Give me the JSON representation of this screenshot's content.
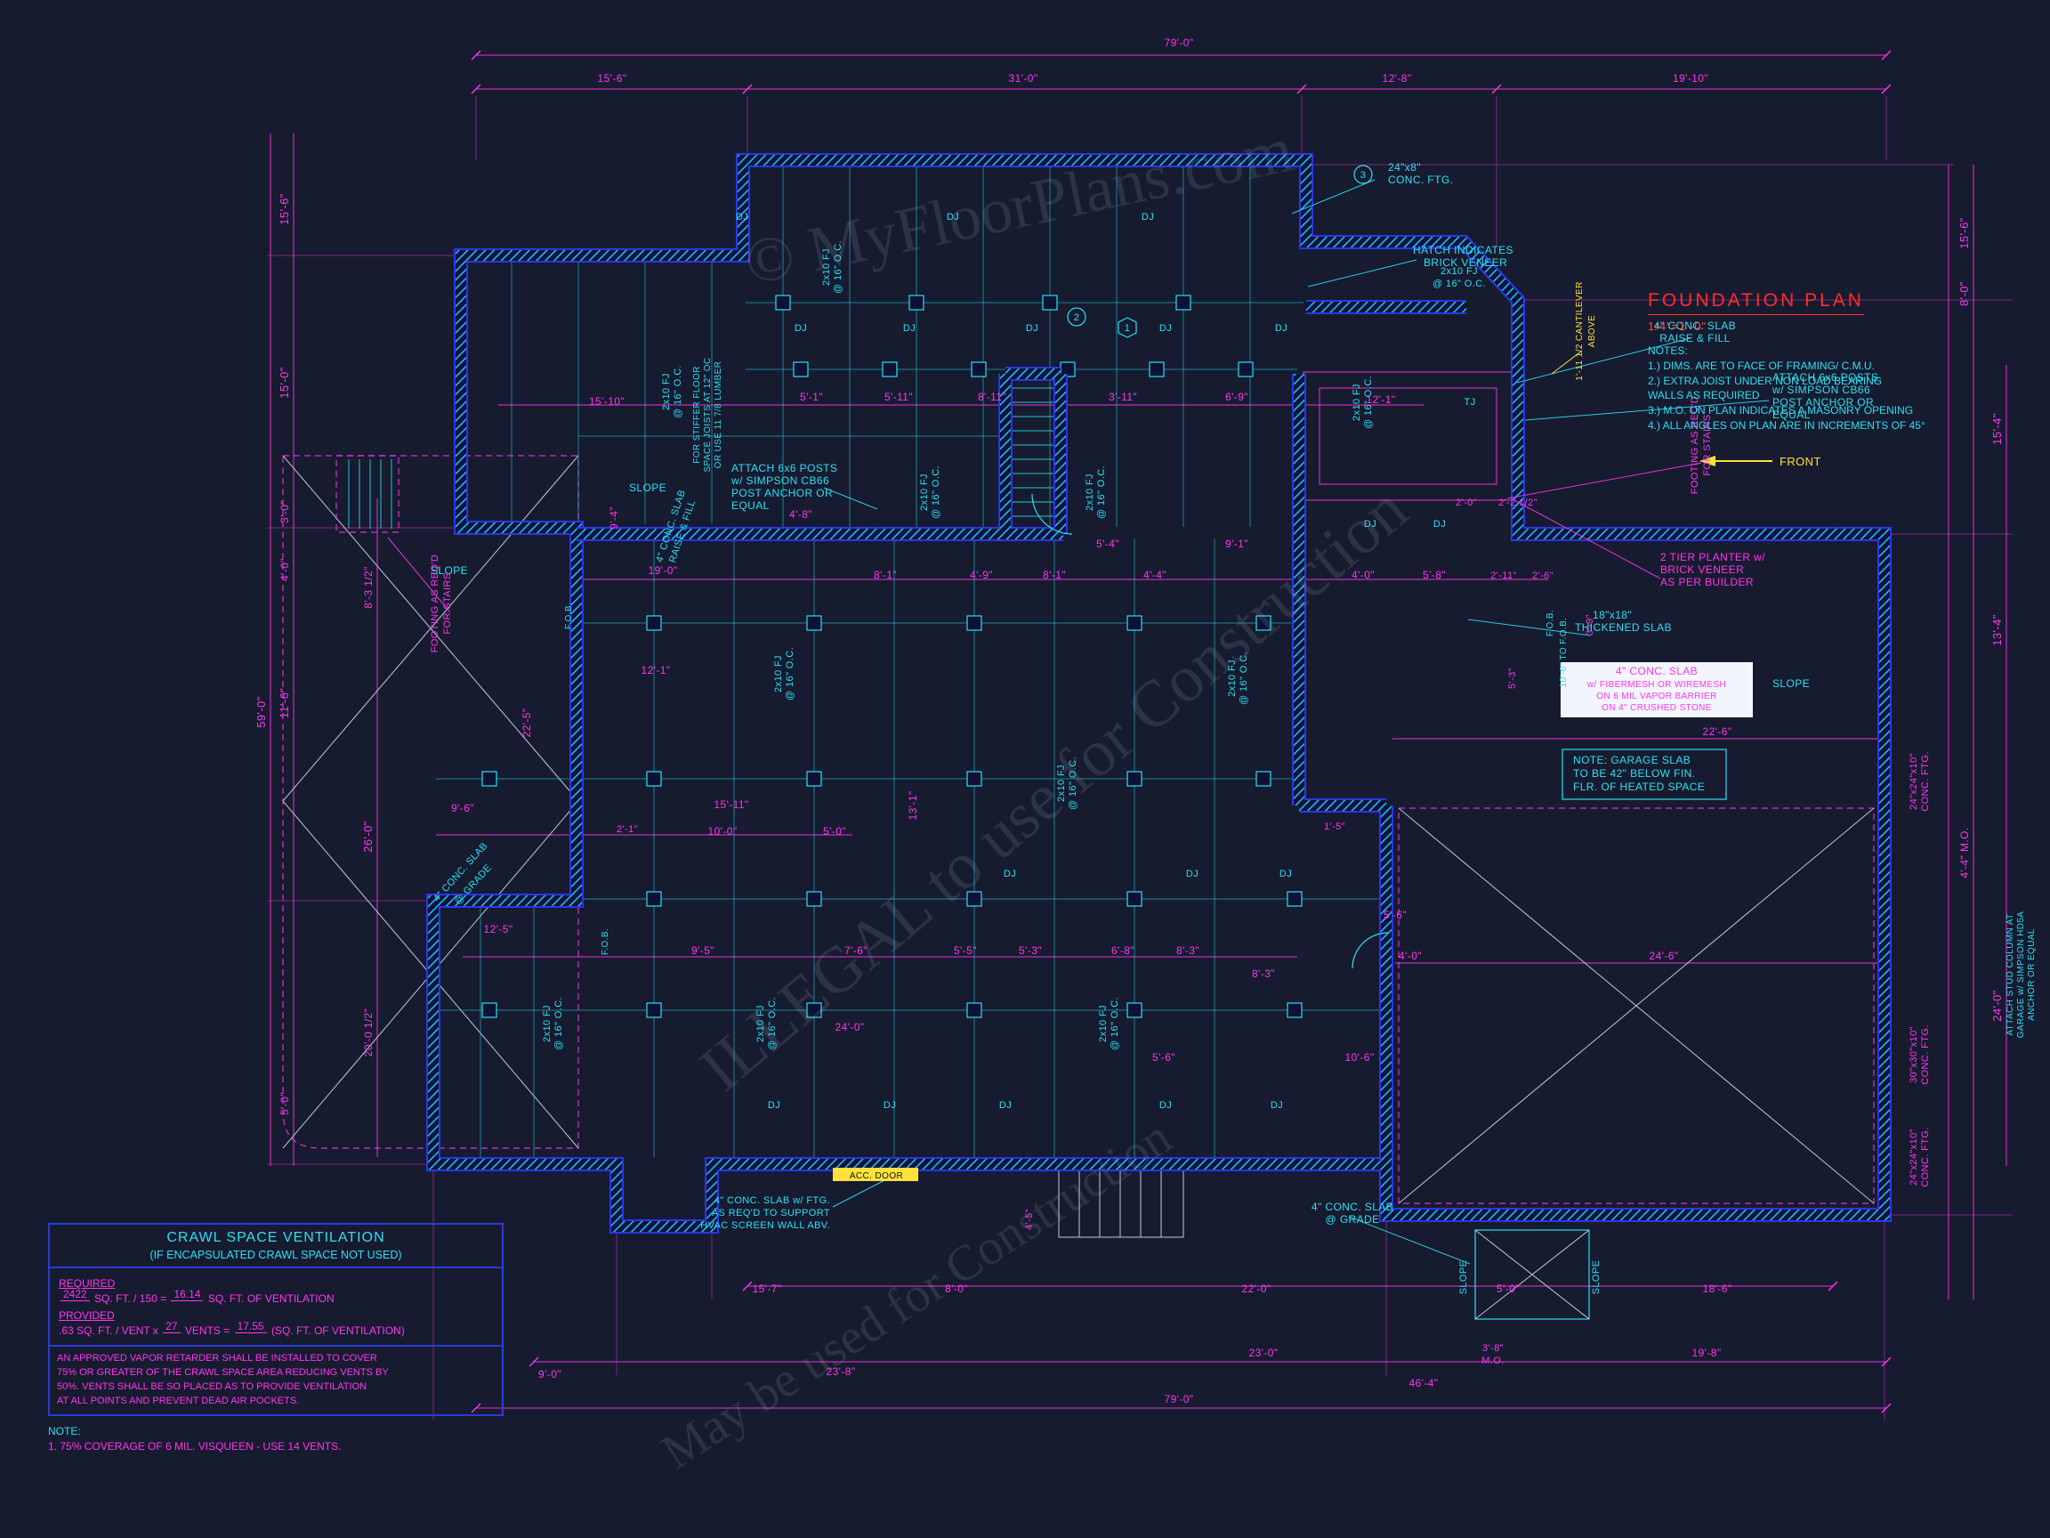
{
  "palette": {
    "bg": "#171b2f",
    "c": "#2ae0f5",
    "p": "#ff35f0",
    "y": "#ffe13b",
    "r": "#ff2d2d",
    "w": "#eef1fa",
    "k": "#111111"
  },
  "title_block": {
    "title": "FOUNDATION PLAN",
    "scale": "1/4\"=1'-0\"",
    "notes_label": "NOTES:",
    "notes": [
      "1.) DIMS. ARE TO FACE OF FRAMING/ C.M.U.",
      "2.) EXTRA JOIST UNDER NON LOAD BEARING",
      "      WALLS AS REQUIRED",
      "3.) M.O. ON PLAN INDICATES A MASONRY OPENING",
      "4.) ALL ANGLES ON PLAN ARE IN INCREMENTS OF 45°"
    ]
  },
  "crawl": {
    "title": "CRAWL SPACE VENTILATION",
    "subtitle": "(IF ENCAPSULATED CRAWL SPACE NOT USED)",
    "required_label": "REQUIRED",
    "required_value": "2422",
    "required_formula": "SQ. FT. / 150 =",
    "required_result": "16.14",
    "required_unit": "SQ. FT. OF VENTILATION",
    "provided_label": "PROVIDED",
    "provided_rate": ".63 SQ. FT. / VENT x",
    "provided_count": "27",
    "provided_vents": "VENTS =",
    "provided_result": "17.55",
    "provided_unit": "(SQ. FT. OF VENTILATION)",
    "body": [
      "AN APPROVED VAPOR RETARDER SHALL BE INSTALLED TO COVER",
      "75% OR GREATER OF THE CRAWL SPACE AREA REDUCING VENTS BY",
      "50%. VENTS SHALL BE SO PLACED AS TO PROVIDE VENTILATION",
      "AT ALL POINTS AND PREVENT DEAD AIR POCKETS."
    ],
    "note_label": "NOTE:",
    "note_item": "1.  75% COVERAGE OF 6 MIL. VISQUEEN - USE 14 VENTS."
  },
  "watermark": [
    [
      "© MyFloorPlans.com",
      1150,
      255,
      72,
      -12
    ],
    [
      "ILLEGAL to use for Construction",
      1200,
      905,
      74,
      -40
    ],
    [
      "May be used for Construction",
      1040,
      1470,
      56,
      -33
    ]
  ],
  "texts": [
    [
      "79'-0\"",
      1325,
      52
    ],
    [
      "15'-6\"",
      688,
      92
    ],
    [
      "31'-0\"",
      1150,
      92
    ],
    [
      "12'-8\"",
      1570,
      92
    ],
    [
      "19'-10\"",
      1900,
      92
    ],
    [
      "79'-0\"",
      1325,
      1576
    ],
    [
      "59'-0\"",
      298,
      800,
      "p",
      13,
      -90
    ],
    [
      "15'-6\"",
      324,
      235,
      "p",
      13,
      -90
    ],
    [
      "15'-0\"",
      324,
      430,
      "p",
      13,
      -90
    ],
    [
      "3'-0\"",
      324,
      575,
      "p",
      12,
      -90
    ],
    [
      "4'-0\"",
      324,
      640,
      "p",
      12,
      -90
    ],
    [
      "11'-6\"",
      324,
      790,
      "p",
      13,
      -90
    ],
    [
      "5'-0\"",
      324,
      1240,
      "p",
      12,
      -90
    ],
    [
      "8'-3 1/2\"",
      418,
      660,
      "p",
      12,
      -90
    ],
    [
      "26'-0\"",
      418,
      940,
      "p",
      13,
      -90
    ],
    [
      "20'-0 1/2\"",
      418,
      1160,
      "p",
      12,
      -90
    ],
    [
      "22'-5\"",
      596,
      812,
      "p",
      12,
      -90
    ],
    [
      "15'-6\"",
      2212,
      262,
      "p",
      13,
      -90
    ],
    [
      "8'-0\"",
      2212,
      330,
      "p",
      13,
      -90
    ],
    [
      "15'-4\"",
      2249,
      482,
      "p",
      13,
      -90
    ],
    [
      "13'-4\"",
      2249,
      708,
      "p",
      13,
      -90
    ],
    [
      "4'-4\" M.O.",
      2212,
      958,
      "p",
      12,
      -90
    ],
    [
      "24'-0\"",
      2249,
      1130,
      "p",
      13,
      -90
    ],
    [
      "24\"x24\"x10\"",
      2154,
      878,
      "p",
      11,
      -90
    ],
    [
      "CONC. FTG.",
      2167,
      878,
      "p",
      11,
      -90
    ],
    [
      "30\"x30\"x10\"",
      2154,
      1185,
      "p",
      11,
      -90
    ],
    [
      "CONC. FTG.",
      2167,
      1185,
      "p",
      11,
      -90
    ],
    [
      "24\"x24\"x10\"",
      2154,
      1300,
      "p",
      11,
      -90
    ],
    [
      "CONC. FTG.",
      2167,
      1300,
      "p",
      11,
      -90
    ],
    [
      "ATTACH STUD COLUMN AT",
      2262,
      1095,
      "c",
      10,
      -90
    ],
    [
      "GARAGE w/ SIMPSON HD5A",
      2274,
      1095,
      "c",
      10,
      -90
    ],
    [
      "ANCHOR OR EQUAL",
      2286,
      1095,
      "c",
      10,
      -90
    ],
    [
      "15'-7\"",
      862,
      1452
    ],
    [
      "8'-0\"",
      1075,
      1452
    ],
    [
      "22'-0\"",
      1412,
      1452
    ],
    [
      "5'-0\"",
      1695,
      1452
    ],
    [
      "18'-6\"",
      1930,
      1452
    ],
    [
      "23'-0\"",
      1420,
      1524
    ],
    [
      "3'-8\"",
      1678,
      1518,
      "p",
      11
    ],
    [
      "M.O.",
      1678,
      1532,
      "p",
      11
    ],
    [
      "19'-8\"",
      1918,
      1524
    ],
    [
      "23'-8\"",
      945,
      1545
    ],
    [
      "46'-4\"",
      1600,
      1558
    ],
    [
      "9'-0\"",
      618,
      1548
    ],
    [
      "4'-5\"",
      1160,
      1370,
      "p",
      11,
      -90
    ],
    [
      "15'-10\"",
      682,
      455,
      "p",
      12
    ],
    [
      "5'-1\"",
      912,
      450,
      "p",
      12
    ],
    [
      "5'-11\"",
      1010,
      450,
      "p",
      12
    ],
    [
      "8'-11\"",
      1115,
      450,
      "p",
      12
    ],
    [
      "3'-11\"",
      1262,
      450,
      "p",
      12
    ],
    [
      "6'-9\"",
      1390,
      450,
      "p",
      12
    ],
    [
      "12'-1\"",
      1552,
      453,
      "p",
      12
    ],
    [
      "8'-1\"",
      995,
      650,
      "p",
      12
    ],
    [
      "4'-9\"",
      1103,
      650,
      "p",
      12
    ],
    [
      "8'-1\"",
      1185,
      650,
      "p",
      12
    ],
    [
      "4'-4\"",
      1298,
      650,
      "p",
      12
    ],
    [
      "5'-4\"",
      1245,
      615,
      "p",
      12
    ],
    [
      "9'-1\"",
      1390,
      615,
      "p",
      12
    ],
    [
      "19'-0\"",
      745,
      645,
      "p",
      12
    ],
    [
      "12'-1\"",
      737,
      757,
      "p",
      12
    ],
    [
      "9'-6\"",
      520,
      912,
      "p",
      12
    ],
    [
      "2'-1\"",
      705,
      935,
      "p",
      11
    ],
    [
      "10'-0\"",
      812,
      938,
      "p",
      12
    ],
    [
      "5'-0\"",
      938,
      938,
      "p",
      12
    ],
    [
      "15'-11\"",
      822,
      908,
      "p",
      12
    ],
    [
      "13'-1\"",
      1030,
      905,
      "p",
      12,
      -90
    ],
    [
      "24'-0\"",
      955,
      1158,
      "p",
      12
    ],
    [
      "12'-5\"",
      560,
      1048,
      "p",
      12
    ],
    [
      "9'-5\"",
      790,
      1072,
      "p",
      12
    ],
    [
      "7'-6\"",
      962,
      1072,
      "p",
      12
    ],
    [
      "5'-5\"",
      1085,
      1072,
      "p",
      12
    ],
    [
      "5'-3\"",
      1158,
      1072,
      "p",
      12
    ],
    [
      "6'-8\"",
      1262,
      1072,
      "p",
      12
    ],
    [
      "8'-3\"",
      1335,
      1072,
      "p",
      12
    ],
    [
      "8'-3\"",
      1420,
      1098,
      "p",
      12
    ],
    [
      "5'-6\"",
      1568,
      1032,
      "p",
      12
    ],
    [
      "4'-0\"",
      1585,
      1078,
      "p",
      12
    ],
    [
      "10'-6\"",
      1528,
      1192,
      "p",
      12
    ],
    [
      "5'-6\"",
      1308,
      1192,
      "p",
      12
    ],
    [
      "24'-6\"",
      1870,
      1078,
      "p",
      12
    ],
    [
      "22'-6\"",
      1930,
      826,
      "p",
      12
    ],
    [
      "1'-5\"",
      1500,
      932,
      "p",
      11
    ],
    [
      "2'-11\"",
      1690,
      650,
      "p",
      11
    ],
    [
      "2'-6\"",
      1734,
      650,
      "p",
      11
    ],
    [
      "3'-9\"",
      1790,
      702,
      "p",
      11,
      -90
    ],
    [
      "2'-0\"",
      1648,
      568,
      "p",
      11
    ],
    [
      "2'-2 1/2\"",
      1706,
      568,
      "p",
      11
    ],
    [
      "5'-3\"",
      1703,
      762,
      "p",
      11,
      -90
    ],
    [
      "5'-8\"",
      1612,
      650,
      "p",
      12
    ],
    [
      "4'-0\"",
      1532,
      650,
      "p",
      12
    ],
    [
      "9'-4\"",
      694,
      582,
      "p",
      12,
      -90
    ],
    [
      "4'-8\"",
      900,
      582,
      "p",
      12
    ],
    [
      "2x10 FJ",
      752,
      440,
      "c",
      11,
      -90
    ],
    [
      "@ 16\" O.C.",
      765,
      440,
      "c",
      11,
      -90
    ],
    [
      "FOR STIFFER FLOOR",
      786,
      466,
      "c",
      10,
      -90
    ],
    [
      "SPACE JOISTS AT 12\" OC",
      798,
      466,
      "c",
      10,
      -90
    ],
    [
      "OR USE 11 7/8 LUMBER",
      810,
      466,
      "c",
      10,
      -90
    ],
    [
      "2x10 FJ",
      932,
      300,
      "c",
      11,
      -90
    ],
    [
      "@ 16\" O.C.",
      945,
      300,
      "c",
      11,
      -90
    ],
    [
      "2x10 FJ",
      1042,
      553,
      "c",
      11,
      -90
    ],
    [
      "@ 16\" O.C.",
      1055,
      553,
      "c",
      11,
      -90
    ],
    [
      "2x10 FJ",
      1228,
      553,
      "c",
      11,
      -90
    ],
    [
      "@ 16\" O.C.",
      1241,
      553,
      "c",
      11,
      -90
    ],
    [
      "2x10 FJ",
      878,
      757,
      "c",
      11,
      -90
    ],
    [
      "@ 16\" O.C.",
      891,
      757,
      "c",
      11,
      -90
    ],
    [
      "2x10 FJ",
      1196,
      880,
      "c",
      11,
      -90
    ],
    [
      "@ 16\" O.C.",
      1209,
      880,
      "c",
      11,
      -90
    ],
    [
      "2x10 FJ",
      858,
      1150,
      "c",
      11,
      -90
    ],
    [
      "@ 16\" O.C.",
      871,
      1150,
      "c",
      11,
      -90
    ],
    [
      "2x10 FJ",
      1243,
      1150,
      "c",
      11,
      -90
    ],
    [
      "@ 16\" O.C.",
      1256,
      1150,
      "c",
      11,
      -90
    ],
    [
      "2x10 FJ",
      618,
      1150,
      "c",
      11,
      -90
    ],
    [
      "@ 16\" O.C.",
      631,
      1150,
      "c",
      11,
      -90
    ],
    [
      "2x10 FJ",
      1528,
      452,
      "c",
      11,
      -90
    ],
    [
      "@ 16\" O.C.",
      1541,
      452,
      "c",
      11,
      -90
    ],
    [
      "2x10 FJ",
      1388,
      762,
      "c",
      11,
      -90
    ],
    [
      "@ 16\" O.C.",
      1401,
      762,
      "c",
      11,
      -90
    ],
    [
      "2x10 FJ",
      1640,
      308,
      "c",
      11
    ],
    [
      "@ 16\" O.C.",
      1640,
      322,
      "c",
      11
    ],
    [
      "DJ",
      834,
      247,
      "c",
      11
    ],
    [
      "DJ",
      1071,
      247,
      "c",
      11
    ],
    [
      "DJ",
      1290,
      247,
      "c",
      11
    ],
    [
      "DJ",
      900,
      372,
      "c",
      11
    ],
    [
      "DJ",
      1022,
      372,
      "c",
      11
    ],
    [
      "DJ",
      1160,
      372,
      "c",
      11
    ],
    [
      "DJ",
      1310,
      372,
      "c",
      11
    ],
    [
      "DJ",
      1440,
      372,
      "c",
      11
    ],
    [
      "DJ",
      1540,
      592,
      "c",
      11
    ],
    [
      "DJ",
      1618,
      592,
      "c",
      11
    ],
    [
      "DJ",
      1135,
      985,
      "c",
      11
    ],
    [
      "DJ",
      1340,
      985,
      "c",
      11
    ],
    [
      "DJ",
      1445,
      985,
      "c",
      11
    ],
    [
      "DJ",
      870,
      1245,
      "c",
      11
    ],
    [
      "DJ",
      1000,
      1245,
      "c",
      11
    ],
    [
      "DJ",
      1130,
      1245,
      "c",
      11
    ],
    [
      "DJ",
      1310,
      1245,
      "c",
      11
    ],
    [
      "DJ",
      1435,
      1245,
      "c",
      11
    ],
    [
      "TJ",
      1652,
      455,
      "c",
      11
    ],
    [
      "F.O.B.",
      642,
      692,
      "c",
      10,
      -90
    ],
    [
      "F.O.B.",
      683,
      1058,
      "c",
      10,
      -90
    ],
    [
      "F.O.B.",
      1745,
      700,
      "c",
      10,
      -90
    ],
    [
      "10'-6\" TO F.O.B.",
      1760,
      733,
      "c",
      10,
      -90
    ],
    [
      "24\"x8\"",
      1560,
      192,
      "c",
      12,
      0,
      "s"
    ],
    [
      "CONC. FTG.",
      1560,
      206,
      "c",
      12,
      0,
      "s"
    ],
    [
      "3",
      1532,
      200,
      "c",
      11
    ],
    [
      "HATCH INDICATES",
      1588,
      285,
      "c",
      12,
      0,
      "s"
    ],
    [
      "BRICK VENEER",
      1600,
      299,
      "c",
      12,
      0,
      "s"
    ],
    [
      "2",
      1210,
      360,
      "c",
      11
    ],
    [
      "1",
      1267,
      372,
      "c",
      11
    ],
    [
      "1'-11 1/2 CANTILEVER",
      1778,
      372,
      "y",
      10,
      -90
    ],
    [
      "ABOVE",
      1792,
      372,
      "y",
      10,
      -90
    ],
    [
      "4\" CONC. SLAB",
      1905,
      370,
      "c",
      12
    ],
    [
      "RAISE & FILL",
      1905,
      384,
      "c",
      12
    ],
    [
      "ATTACH 6x6 POSTS",
      1992,
      428,
      "c",
      12,
      0,
      "s"
    ],
    [
      "w/ SIMPSON CB66",
      1992,
      442,
      "c",
      12,
      0,
      "s"
    ],
    [
      "POST ANCHOR OR",
      1992,
      456,
      "c",
      12,
      0,
      "s"
    ],
    [
      "EQUAL",
      1992,
      470,
      "c",
      12,
      0,
      "s"
    ],
    [
      "FOOTING AS REQ'D",
      1908,
      500,
      "p",
      11,
      -90
    ],
    [
      "FOR STAIRS",
      1922,
      500,
      "p",
      11,
      -90
    ],
    [
      "FRONT",
      2000,
      523,
      "y",
      13,
      0,
      "s"
    ],
    [
      "2 TIER PLANTER w/",
      1866,
      630,
      "p",
      12,
      0,
      "s"
    ],
    [
      "BRICK VENEER",
      1866,
      644,
      "p",
      12,
      0,
      "s"
    ],
    [
      "AS PER BUILDER",
      1866,
      658,
      "p",
      12,
      0,
      "s"
    ],
    [
      "18\"x18\"",
      1790,
      695,
      "c",
      12,
      0,
      "s"
    ],
    [
      "THICKENED SLAB",
      1770,
      709,
      "c",
      12,
      0,
      "s"
    ],
    [
      "4\" CONC. SLAB",
      1862,
      758,
      "p",
      12
    ],
    [
      "w/ FIBERMESH OR WIREMESH",
      1862,
      772,
      "p",
      10
    ],
    [
      "ON 6 MIL VAPOR BARRIER",
      1862,
      785,
      "p",
      10
    ],
    [
      "ON 4\" CRUSHED STONE",
      1862,
      798,
      "p",
      10
    ],
    [
      "SLOPE",
      1992,
      772,
      "c",
      12,
      0,
      "s"
    ],
    [
      "NOTE: GARAGE SLAB",
      1768,
      858,
      "c",
      12,
      0,
      "s"
    ],
    [
      "TO BE 42\" BELOW FIN.",
      1768,
      873,
      "c",
      12,
      0,
      "s"
    ],
    [
      "FLR. OF HEATED SPACE",
      1768,
      888,
      "c",
      12,
      0,
      "s"
    ],
    [
      "ATTACH 6x6 POSTS",
      822,
      530,
      "c",
      12,
      0,
      "s"
    ],
    [
      "w/ SIMPSON CB66",
      822,
      544,
      "c",
      12,
      0,
      "s"
    ],
    [
      "POST ANCHOR OR",
      822,
      558,
      "c",
      12,
      0,
      "s"
    ],
    [
      "EQUAL",
      822,
      572,
      "c",
      12,
      0,
      "s"
    ],
    [
      "SLOPE",
      728,
      552,
      "c",
      12
    ],
    [
      "SLOPE",
      505,
      645,
      "c",
      12
    ],
    [
      "4\" CONC. SLAB",
      757,
      592,
      "c",
      11,
      -72
    ],
    [
      "RAISE & FILL",
      770,
      598,
      "c",
      11,
      -72
    ],
    [
      "4\" CONC. SLAB",
      520,
      982,
      "c",
      11,
      -48
    ],
    [
      "@ GRADE",
      534,
      996,
      "c",
      11,
      -48
    ],
    [
      "FOOTING AS REQ'D",
      492,
      678,
      "p",
      11,
      -90
    ],
    [
      "FOR STAIRS",
      506,
      678,
      "p",
      11,
      -90
    ],
    [
      "4\" CONC. SLAB w/ FTG.",
      933,
      1352,
      "c",
      11,
      0,
      "e"
    ],
    [
      "AS REQ'D TO SUPPORT",
      933,
      1366,
      "c",
      11,
      0,
      "e"
    ],
    [
      "HVAC SCREEN WALL ABV.",
      933,
      1380,
      "c",
      11,
      0,
      "e"
    ],
    [
      "ACC. DOOR",
      985,
      1324,
      "k",
      10
    ],
    [
      "4\" CONC. SLAB",
      1520,
      1360,
      "c",
      12
    ],
    [
      "@ GRADE",
      1520,
      1374,
      "c",
      12
    ],
    [
      "SLOPE",
      1648,
      1435,
      "c",
      11,
      -90
    ],
    [
      "SLOPE",
      1797,
      1435,
      "c",
      11,
      -90
    ]
  ]
}
